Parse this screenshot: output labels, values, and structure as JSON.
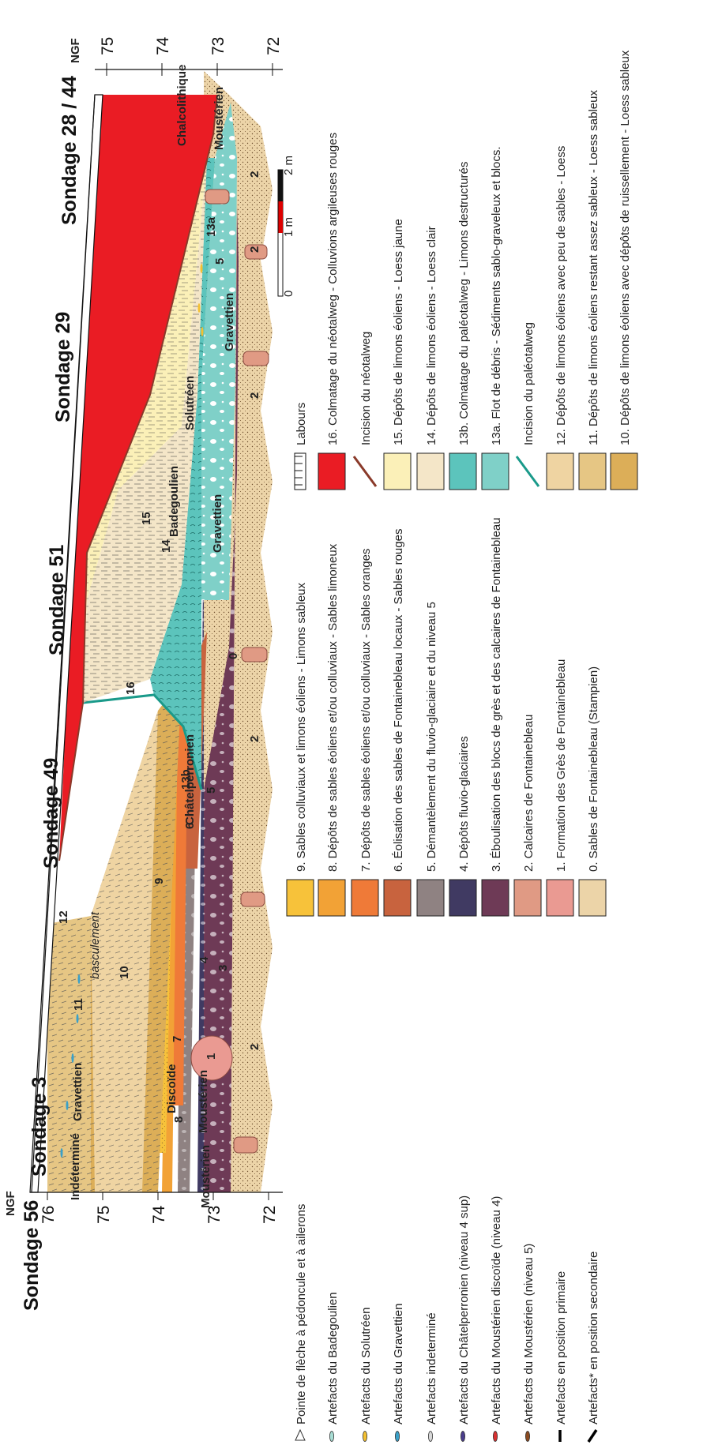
{
  "section": {
    "soundings": [
      "Sondage 56",
      "Sondage 3",
      "Sondage 49",
      "Sondage 51",
      "Sondage 29",
      "Sondage 28 / 44"
    ],
    "ngf_label": "NGF",
    "left_ticks": [
      "76",
      "75",
      "74",
      "73",
      "72"
    ],
    "right_ticks": [
      "75",
      "74",
      "73",
      "72"
    ],
    "unit_numbers": {
      "u16": "16",
      "u15": "15",
      "u14": "14",
      "u13b": "13b",
      "u13a": "13a",
      "u12": "12",
      "u11": "11",
      "u10": "10",
      "u9": "9",
      "u8": "8",
      "u7": "7",
      "u6": "6",
      "u5a": "5",
      "u5b": "5",
      "u4": "4",
      "u3": "3",
      "u2a": "2",
      "u2b": "2",
      "u2c": "2",
      "u2d": "2",
      "u2e": "2",
      "u1": "1",
      "u0": "0"
    },
    "cultures": {
      "chalcolithique": "Chalcolithique",
      "solutreen": "Solutréen",
      "badegoulien": "Badegoulien",
      "gravettien_a": "Gravettien",
      "gravettien_b": "Gravettien",
      "gravettien_c": "Gravettien",
      "chatelperronien": "Châtelperronien",
      "indetermine": "Indéterminé",
      "discoide": "Discoïde",
      "mousterien_a": "Moustérien",
      "mousterien_b": "Moustérien",
      "mousterien_c": "Moustérien"
    },
    "basculement": "basculement",
    "scale": {
      "zero": "0",
      "one": "1 m",
      "two": "2 m"
    }
  },
  "legend_symbols": [
    {
      "text": "Pointe de flèche à pédoncule et à ailerons",
      "color": "#ffffff",
      "icon": "arrowhead-icon"
    },
    {
      "text": "Artefacts du Badegoulien",
      "color": "#a8ddd4",
      "icon": "ellipse-icon"
    },
    {
      "text": "Artefacts du Solutréen",
      "color": "#f4c030",
      "icon": "ellipse-icon"
    },
    {
      "text": "Artefacts du Gravettien",
      "color": "#3aa0c8",
      "icon": "ellipse-icon"
    },
    {
      "text": "Artefacts indeterminé",
      "color": "#d8d8d8",
      "icon": "ellipse-icon"
    },
    {
      "text": "Artefacts du Châtelperronien (niveau 4 sup)",
      "color": "#4a3d8c",
      "icon": "ellipse-icon"
    },
    {
      "text": "Artefacts du Moustérien discoïde (niveau 4)",
      "color": "#d83030",
      "icon": "ellipse-icon"
    },
    {
      "text": "Artefacts du Moustérien (niveau 5)",
      "color": "#8a4a20",
      "icon": "ellipse-icon"
    },
    {
      "text": "Artefacts en position primaire",
      "color": "#000000",
      "icon": "dash-icon"
    },
    {
      "text": "Artefacts* en position secondaire",
      "color": "#000000",
      "icon": "slash-icon"
    }
  ],
  "legend_units_left": [
    {
      "text": "9. Sables colluviaux et limons éoliens - Limons sableux",
      "color": "#f7c23a"
    },
    {
      "text": "8. Dépôts de sables éoliens et/ou colluviaux - Sables limoneux",
      "color": "#f2a236"
    },
    {
      "text": "7. Dépôts de sables éoliens et/ou colluviaux - Sables oranges",
      "color": "#ef7a38"
    },
    {
      "text": "6. Éolisation des sables de Fontainebleau locaux - Sables rouges",
      "color": "#c8633e"
    },
    {
      "text": "5. Démantèlement du fluvio-glaciaire et du niveau 5",
      "color": "#8f8282"
    },
    {
      "text": "4. Dépôts fluvio-glaciaires",
      "color": "#403a62"
    },
    {
      "text": "3. Éboulisation des blocs de grès et des calcaires de Fontainebleau",
      "color": "#6e3a56"
    },
    {
      "text": "2. Calcaires de Fontainebleau",
      "color": "#e09a84"
    },
    {
      "text": "1. Formation des Grès de Fontainebleau",
      "color": "#ea9a92"
    },
    {
      "text": "0. Sables de Fontainebleau (Stampien)",
      "color": "#ecd4a8"
    }
  ],
  "legend_units_right": [
    {
      "text": "Labours",
      "color": "#ffffff",
      "kind": "labours"
    },
    {
      "text": "16. Colmatage du néotalweg - Colluvions argileuses rouges",
      "color": "#ea1c24",
      "kind": "box"
    },
    {
      "text": "Incision du néotalweg",
      "color": "#8a3a2a",
      "kind": "line"
    },
    {
      "text": "15. Dépôts de limons éoliens - Loess jaune",
      "color": "#fbf0b8",
      "kind": "box"
    },
    {
      "text": "14. Dépôts de limons éoliens - Loess clair",
      "color": "#f4e6c8",
      "kind": "box"
    },
    {
      "text": "13b. Colmatage du paléotalweg - Limons destructurés",
      "color": "#5cc4bc",
      "kind": "box"
    },
    {
      "text": "13a. Flot de débris - Sédiments sablo-graveleux et blocs.",
      "color": "#7fd0c8",
      "kind": "box"
    },
    {
      "text": "Incision du paléotalweg",
      "color": "#1a9a8a",
      "kind": "line"
    },
    {
      "text": "12. Dépôts de limons éoliens avec peu de sables - Loess",
      "color": "#efd4a2",
      "kind": "box"
    },
    {
      "text": "11. Dépôts de limons éoliens restant assez sableux - Loess sableux",
      "color": "#e6c684",
      "kind": "box"
    },
    {
      "text": "10. Dépôts de limons éoliens avec dépôts de ruissellement - Loess sableux",
      "color": "#dcae58",
      "kind": "box"
    }
  ]
}
